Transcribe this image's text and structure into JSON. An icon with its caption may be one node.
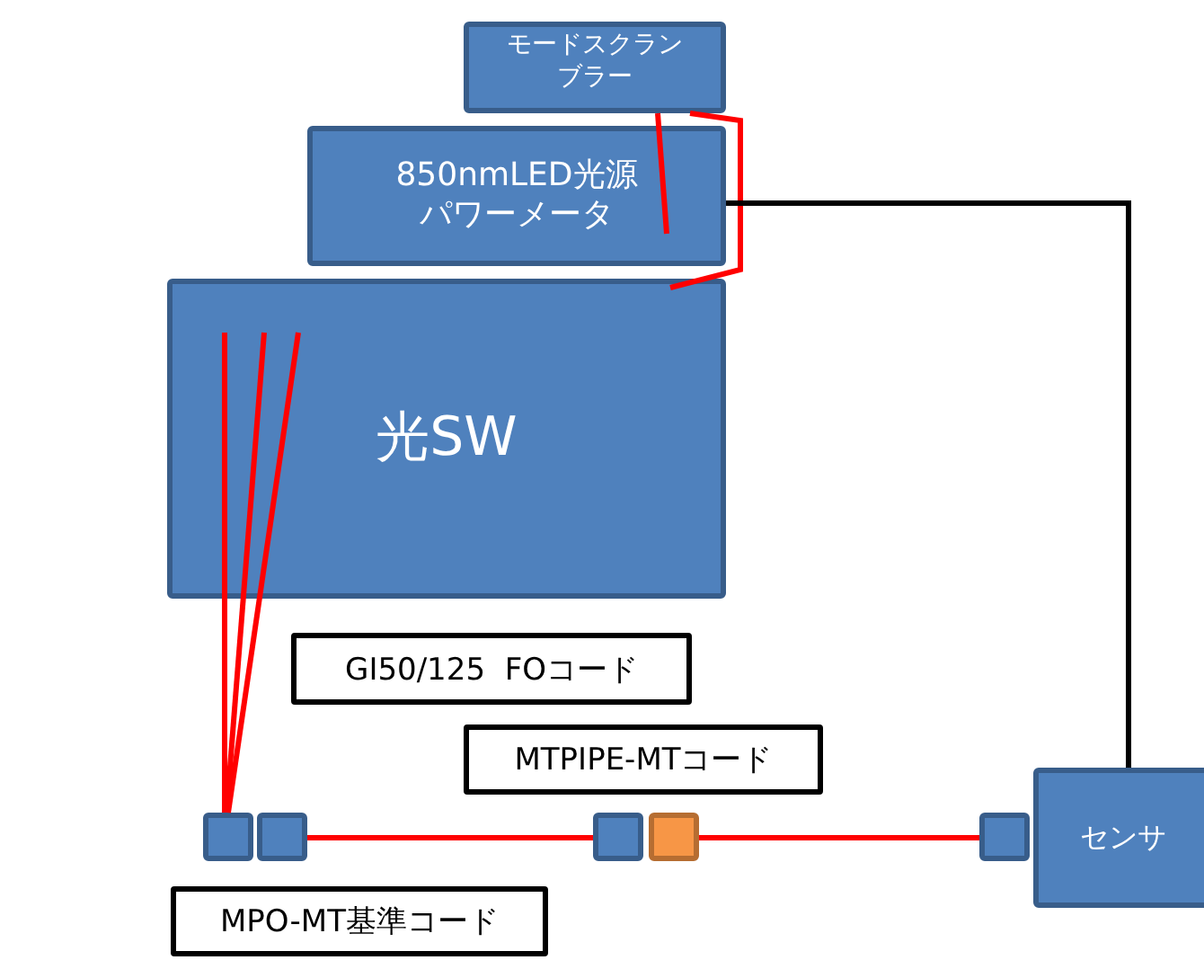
{
  "diagram": {
    "nodes": [
      {
        "text": [
          "モードスクランブラー"
        ]
      },
      {
        "text": [
          "850nmLED光源パワーメータ"
        ]
      },
      {
        "text": [
          "光SW"
        ]
      },
      {
        "text": [
          "GI50/125  FOコード"
        ]
      },
      {
        "text": [
          "MTPIPE-MTコード"
        ]
      },
      {
        "text": [
          "MPO-MT基準コード"
        ]
      },
      {
        "text": [
          "センサ"
        ]
      },
      {
        "text": [],
        "shape": "box"
      },
      {
        "text": [],
        "shape": "box"
      },
      {
        "text": [],
        "shape": "box"
      },
      {
        "text": [],
        "shape": "box"
      },
      {
        "text": [],
        "shape": "box"
      }
    ],
    "edges": [
      {
        "from": 0,
        "to": 1,
        "arrow": "none"
      },
      {
        "from": 0,
        "to": 2,
        "arrow": "none"
      },
      {
        "from": 1,
        "to": 6,
        "arrow": "none",
        "color": "#000000"
      },
      {
        "from": 2,
        "to": 7,
        "arrow": "none"
      },
      {
        "from": 2,
        "to": 7,
        "arrow": "none"
      },
      {
        "from": 2,
        "to": 7,
        "arrow": "none"
      },
      {
        "from": 8,
        "to": 9,
        "arrow": "none"
      },
      {
        "from": 10,
        "to": 11,
        "arrow": "none"
      }
    ]
  }
}
